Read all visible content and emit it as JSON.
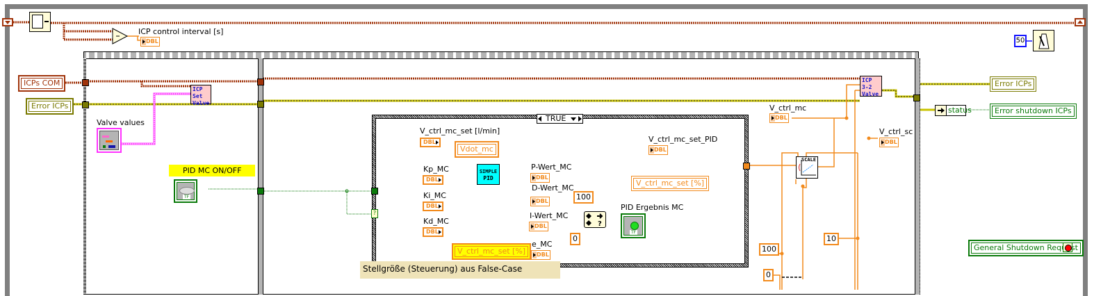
{
  "diagram": {
    "top_label": "ICP control interval [s]",
    "wait_ms_constant": "50",
    "case_selector_value": "TRUE",
    "outer_terminals": {
      "icps_com": "ICPs COM",
      "error_icps_in": "Error ICPs",
      "error_icps_out": "Error ICPs",
      "error_shutdown_icps": "Error shutdown ICPs",
      "general_shutdown_request": "General Shutdown Request",
      "status_unbundle": "status"
    },
    "frame1": {
      "valve_values_label": "Valve values",
      "icp_set_valve_lines": [
        "ICP",
        "Set",
        "Valve"
      ],
      "pid_on_off_label": "PID MC ON/OFF"
    },
    "case": {
      "v_ctrl_mc_set_lmin_label": "V_ctrl_mc_set [l/min]",
      "vdot_mc_local": "Vdot_mc",
      "kp_label": "Kp_MC",
      "ki_label": "Ki_MC",
      "kd_label": "Kd_MC",
      "simple_pid_lines": [
        "SIMPLE",
        "PID"
      ],
      "p_wert_label": "P-Wert_MC",
      "d_wert_label": "D-Wert_MC",
      "i_wert_label": "I-Wert_MC",
      "e_mc_label": "e_MC",
      "v_ctrl_mc_set_pct_local_yellow": "V_ctrl_mc_set [%]",
      "v_ctrl_mc_set_pid_label": "V_ctrl_mc_set_PID",
      "v_ctrl_mc_set_pct_local": "V_ctrl_mc_set [%]",
      "const_100": "100",
      "const_0": "0",
      "pid_ergebnis_label": "PID Ergebnis MC",
      "comment": "Stellgröße (Steuerung) aus False-Case"
    },
    "frame2": {
      "v_ctrl_mc_label": "V_ctrl_mc",
      "v_ctrl_sc_label": "V_ctrl_sc",
      "icp_32_valve_lines": [
        "ICP",
        "3-2",
        "Valve"
      ],
      "scale_label": "SCALE",
      "const_100": "100",
      "const_0": "0",
      "const_10": "10"
    },
    "type_tags": {
      "dbl": "DBL",
      "tf": "TF"
    }
  },
  "colors": {
    "refnum_wire": "#a0330a",
    "error_wire": "#c9c300",
    "dbl_wire": "#f28a1c",
    "bool_wire": "#0a7a0a",
    "cluster_wire": "#ff33ff",
    "int_wire": "#1414ff",
    "comment_bg": "#efe3b8",
    "highlight": "#ffff00"
  }
}
